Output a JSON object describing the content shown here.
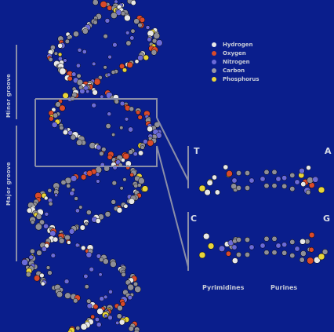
{
  "labels": {
    "minor_groove": "Minor groove",
    "major_groove": "Major groove",
    "base_t": "T",
    "base_a": "A",
    "base_c": "C",
    "base_g": "G",
    "pyrimidines": "Pyrimidines",
    "purines": "Purines"
  },
  "legend": [
    {
      "label": "Hydrogen",
      "color": "#e8e8e8",
      "icon": "hydrogen-atom-dot"
    },
    {
      "label": "Oxygen",
      "color": "#d84a2a",
      "icon": "oxygen-atom-dot"
    },
    {
      "label": "Nitrogen",
      "color": "#6a6ad8",
      "icon": "nitrogen-atom-dot"
    },
    {
      "label": "Carbon",
      "color": "#9a9aa4",
      "icon": "carbon-atom-dot"
    },
    {
      "label": "Phosphorus",
      "color": "#e8d43a",
      "icon": "phosphorus-atom-dot"
    }
  ],
  "colors": {
    "background": "#0a1e8c",
    "bracket": "#8a8ea8",
    "hydrogen": "#e8e8e8",
    "oxygen": "#d84a2a",
    "nitrogen": "#6a6ad8",
    "carbon": "#8e8e98",
    "phosphorus": "#e8d43a"
  }
}
